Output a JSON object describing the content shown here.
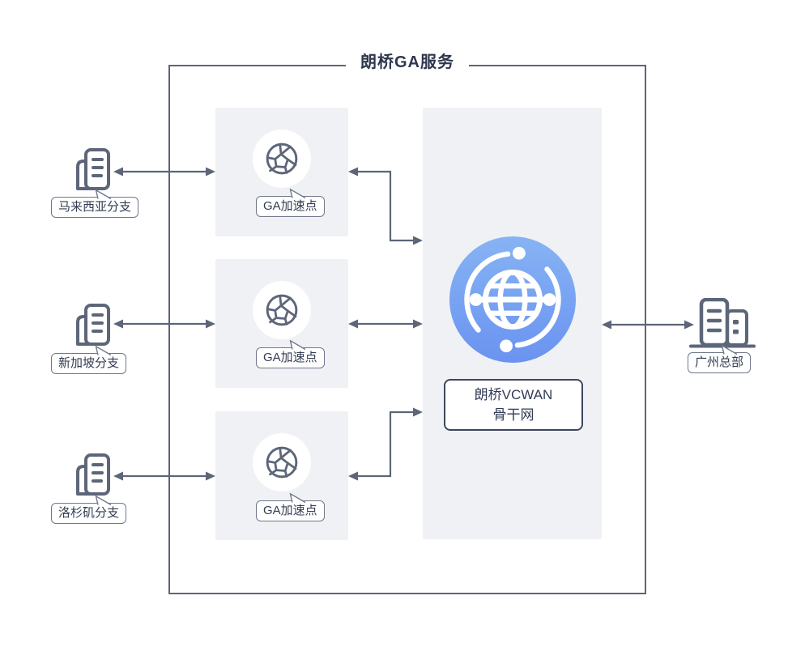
{
  "diagram": {
    "title": "朗桥GA服务",
    "branches": [
      {
        "label": "马来西亚分支",
        "icon": "branch-building-icon"
      },
      {
        "label": "新加坡分支",
        "icon": "branch-building-icon"
      },
      {
        "label": "洛杉矶分支",
        "icon": "branch-building-icon"
      }
    ],
    "accelerators": [
      {
        "label": "GA加速点",
        "icon": "globe-wireframe-icon"
      },
      {
        "label": "GA加速点",
        "icon": "globe-wireframe-icon"
      },
      {
        "label": "GA加速点",
        "icon": "globe-wireframe-icon"
      }
    ],
    "backbone": {
      "label_line1": "朗桥VCWAN",
      "label_line2": "骨干网",
      "icon": "global-network-icon"
    },
    "headquarters": {
      "label": "广州总部",
      "icon": "hq-buildings-icon"
    },
    "colors": {
      "slate": "#5d6679",
      "outer_border": "#5c6579",
      "title_navy": "#2e374e",
      "panel_gray": "#f0f1f5",
      "bubble_border": "#6f788c",
      "vcwan_border": "#3d4660",
      "blue_gradient_start": "#87b3f4",
      "blue_gradient_end": "#6a93f0"
    }
  }
}
